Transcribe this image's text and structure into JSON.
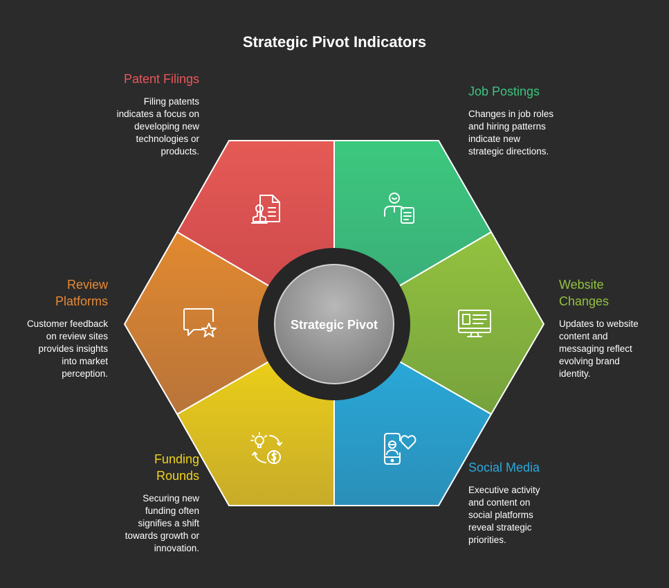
{
  "title": "Strategic Pivot Indicators",
  "center": {
    "label": "Strategic Pivot"
  },
  "segments": [
    {
      "label_lines": [
        "Patent Filings"
      ],
      "desc_lines": [
        "Filing patents",
        "indicates a focus on",
        "developing new",
        "technologies or",
        "products."
      ],
      "color": "#e05550",
      "icon": "patent-document-icon"
    },
    {
      "label_lines": [
        "Job Postings"
      ],
      "desc_lines": [
        "Changes in job roles",
        "and hiring patterns",
        "indicate new",
        "strategic directions."
      ],
      "color": "#3dbf7a",
      "icon": "job-candidate-icon"
    },
    {
      "label_lines": [
        "Website",
        "Changes"
      ],
      "desc_lines": [
        "Updates to website",
        "content and",
        "messaging reflect",
        "evolving brand",
        "identity."
      ],
      "color": "#8ab83e",
      "icon": "website-monitor-icon"
    },
    {
      "label_lines": [
        "Social Media"
      ],
      "desc_lines": [
        "Executive activity",
        "and content on",
        "social platforms",
        "reveal strategic",
        "priorities."
      ],
      "color": "#2aa1d3",
      "icon": "phone-heart-icon"
    },
    {
      "label_lines": [
        "Funding",
        "Rounds"
      ],
      "desc_lines": [
        "Securing new",
        "funding often",
        "signifies a shift",
        "towards growth or",
        "innovation."
      ],
      "color": "#f2d21a",
      "icon": "idea-money-cycle-icon"
    },
    {
      "label_lines": [
        "Review",
        "Platforms"
      ],
      "desc_lines": [
        "Customer feedback",
        "on review sites",
        "provides insights",
        "into market",
        "perception."
      ],
      "color": "#e08a35",
      "icon": "chat-star-icon"
    }
  ]
}
